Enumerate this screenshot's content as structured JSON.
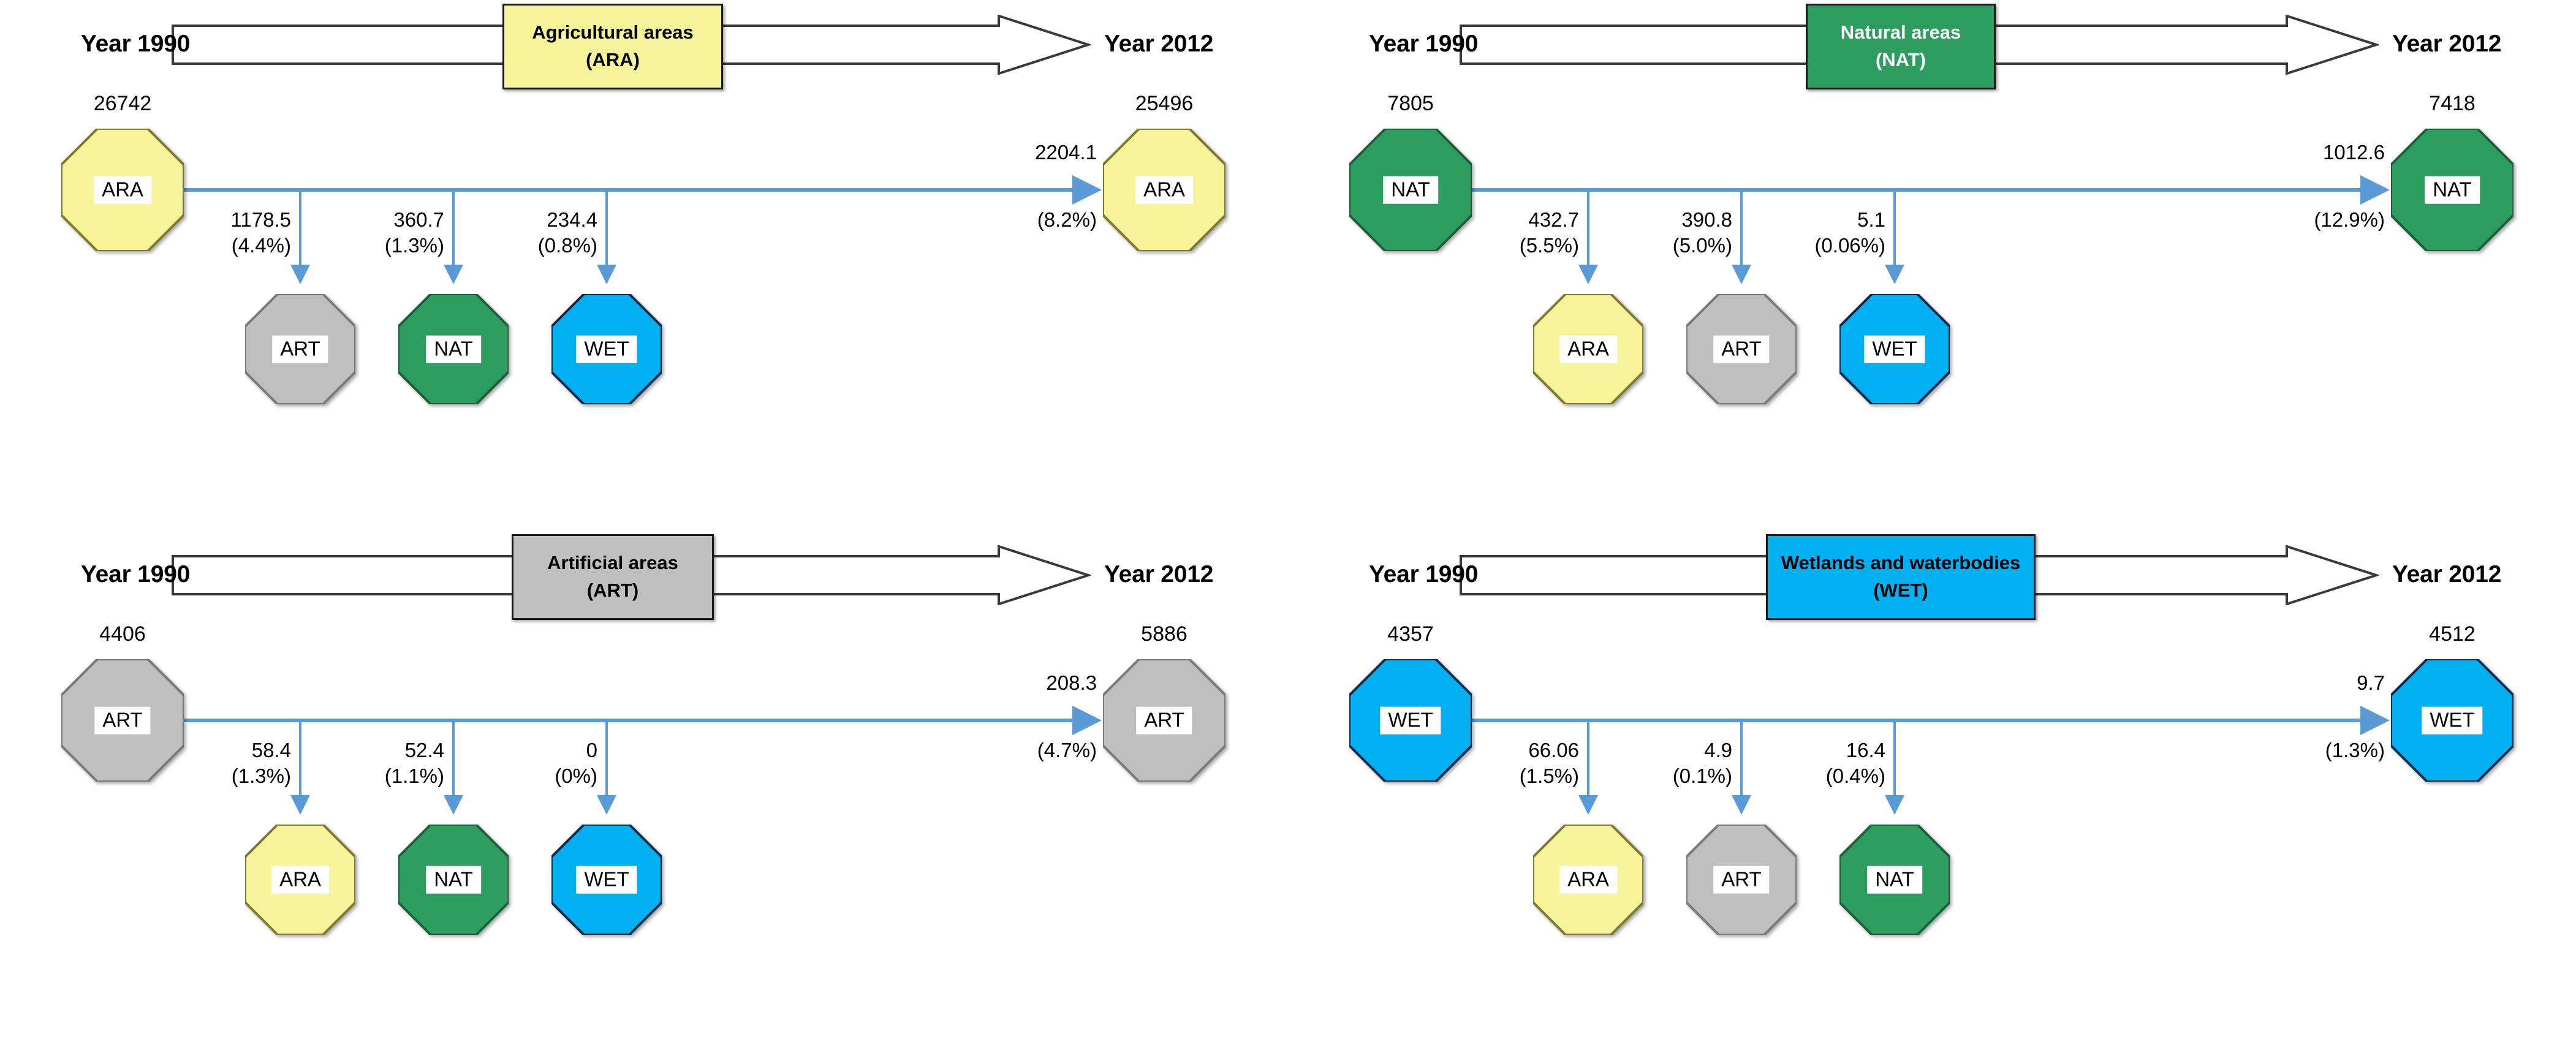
{
  "meta": {
    "colors": {
      "ara_fill": "#F7F39B",
      "ara_border": "#7E7A2E",
      "nat_fill": "#2E9D60",
      "nat_border": "#1C5F3A",
      "art_fill": "#BFBFBF",
      "art_border": "#7A7A7A",
      "wet_fill": "#00B0F0",
      "wet_border": "#0B2A4A",
      "connector": "#5B9BD5",
      "box_border": "#1A1A1A",
      "text": "#000000"
    },
    "year_from_label": "Year 1990",
    "year_to_label": "Year 2012"
  },
  "panels": [
    {
      "key": "ara",
      "title_line1": "Agricultural areas",
      "title_line2": "(ARA)",
      "title_fill": "#F7F39B",
      "title_text_color": "#000000",
      "title_box_width": 360,
      "source": {
        "code": "ARA",
        "fill": "#F7F39B",
        "border": "#7E7A2E"
      },
      "total_1990": "26742",
      "total_2012": "25496",
      "persist": {
        "value": "2204.1",
        "percent": "(8.2%)"
      },
      "flows": [
        {
          "target": "ART",
          "fill": "#BFBFBF",
          "border": "#7A7A7A",
          "value": "1178.5",
          "percent": "(4.4%)"
        },
        {
          "target": "NAT",
          "fill": "#2E9D60",
          "border": "#1C5F3A",
          "value": "360.7",
          "percent": "(1.3%)"
        },
        {
          "target": "WET",
          "fill": "#00B0F0",
          "border": "#0B2A4A",
          "value": "234.4",
          "percent": "(0.8%)"
        }
      ]
    },
    {
      "key": "nat",
      "title_line1": "Natural areas",
      "title_line2": "(NAT)",
      "title_fill": "#2E9D60",
      "title_text_color": "#FFFFFF",
      "title_box_width": 310,
      "source": {
        "code": "NAT",
        "fill": "#2E9D60",
        "border": "#1C5F3A"
      },
      "total_1990": "7805",
      "total_2012": "7418",
      "persist": {
        "value": "1012.6",
        "percent": "(12.9%)"
      },
      "flows": [
        {
          "target": "ARA",
          "fill": "#F7F39B",
          "border": "#7E7A2E",
          "value": "432.7",
          "percent": "(5.5%)"
        },
        {
          "target": "ART",
          "fill": "#BFBFBF",
          "border": "#7A7A7A",
          "value": "390.8",
          "percent": "(5.0%)"
        },
        {
          "target": "WET",
          "fill": "#00B0F0",
          "border": "#0B2A4A",
          "value": "5.1",
          "percent": "(0.06%)"
        }
      ]
    },
    {
      "key": "art",
      "title_line1": "Artificial areas",
      "title_line2": "(ART)",
      "title_fill": "#BFBFBF",
      "title_text_color": "#000000",
      "title_box_width": 330,
      "source": {
        "code": "ART",
        "fill": "#BFBFBF",
        "border": "#7A7A7A"
      },
      "total_1990": "4406",
      "total_2012": "5886",
      "persist": {
        "value": "208.3",
        "percent": "(4.7%)"
      },
      "flows": [
        {
          "target": "ARA",
          "fill": "#F7F39B",
          "border": "#7E7A2E",
          "value": "58.4",
          "percent": "(1.3%)"
        },
        {
          "target": "NAT",
          "fill": "#2E9D60",
          "border": "#1C5F3A",
          "value": "52.4",
          "percent": "(1.1%)"
        },
        {
          "target": "WET",
          "fill": "#00B0F0",
          "border": "#0B2A4A",
          "value": "0",
          "percent": "(0%)"
        }
      ]
    },
    {
      "key": "wet",
      "title_line1": "Wetlands and waterbodies",
      "title_line2": "(WET)",
      "title_fill": "#00B0F0",
      "title_text_color": "#000000",
      "title_box_width": 440,
      "source": {
        "code": "WET",
        "fill": "#00B0F0",
        "border": "#0B2A4A"
      },
      "total_1990": "4357",
      "total_2012": "4512",
      "persist": {
        "value": "9.7",
        "percent": "(1.3%)"
      },
      "flows": [
        {
          "target": "ARA",
          "fill": "#F7F39B",
          "border": "#7E7A2E",
          "value": "66.06",
          "percent": "(1.5%)"
        },
        {
          "target": "ART",
          "fill": "#BFBFBF",
          "border": "#7A7A7A",
          "value": "4.9",
          "percent": "(0.1%)"
        },
        {
          "target": "NAT",
          "fill": "#2E9D60",
          "border": "#1C5F3A",
          "value": "16.4",
          "percent": "(0.4%)"
        }
      ]
    }
  ]
}
